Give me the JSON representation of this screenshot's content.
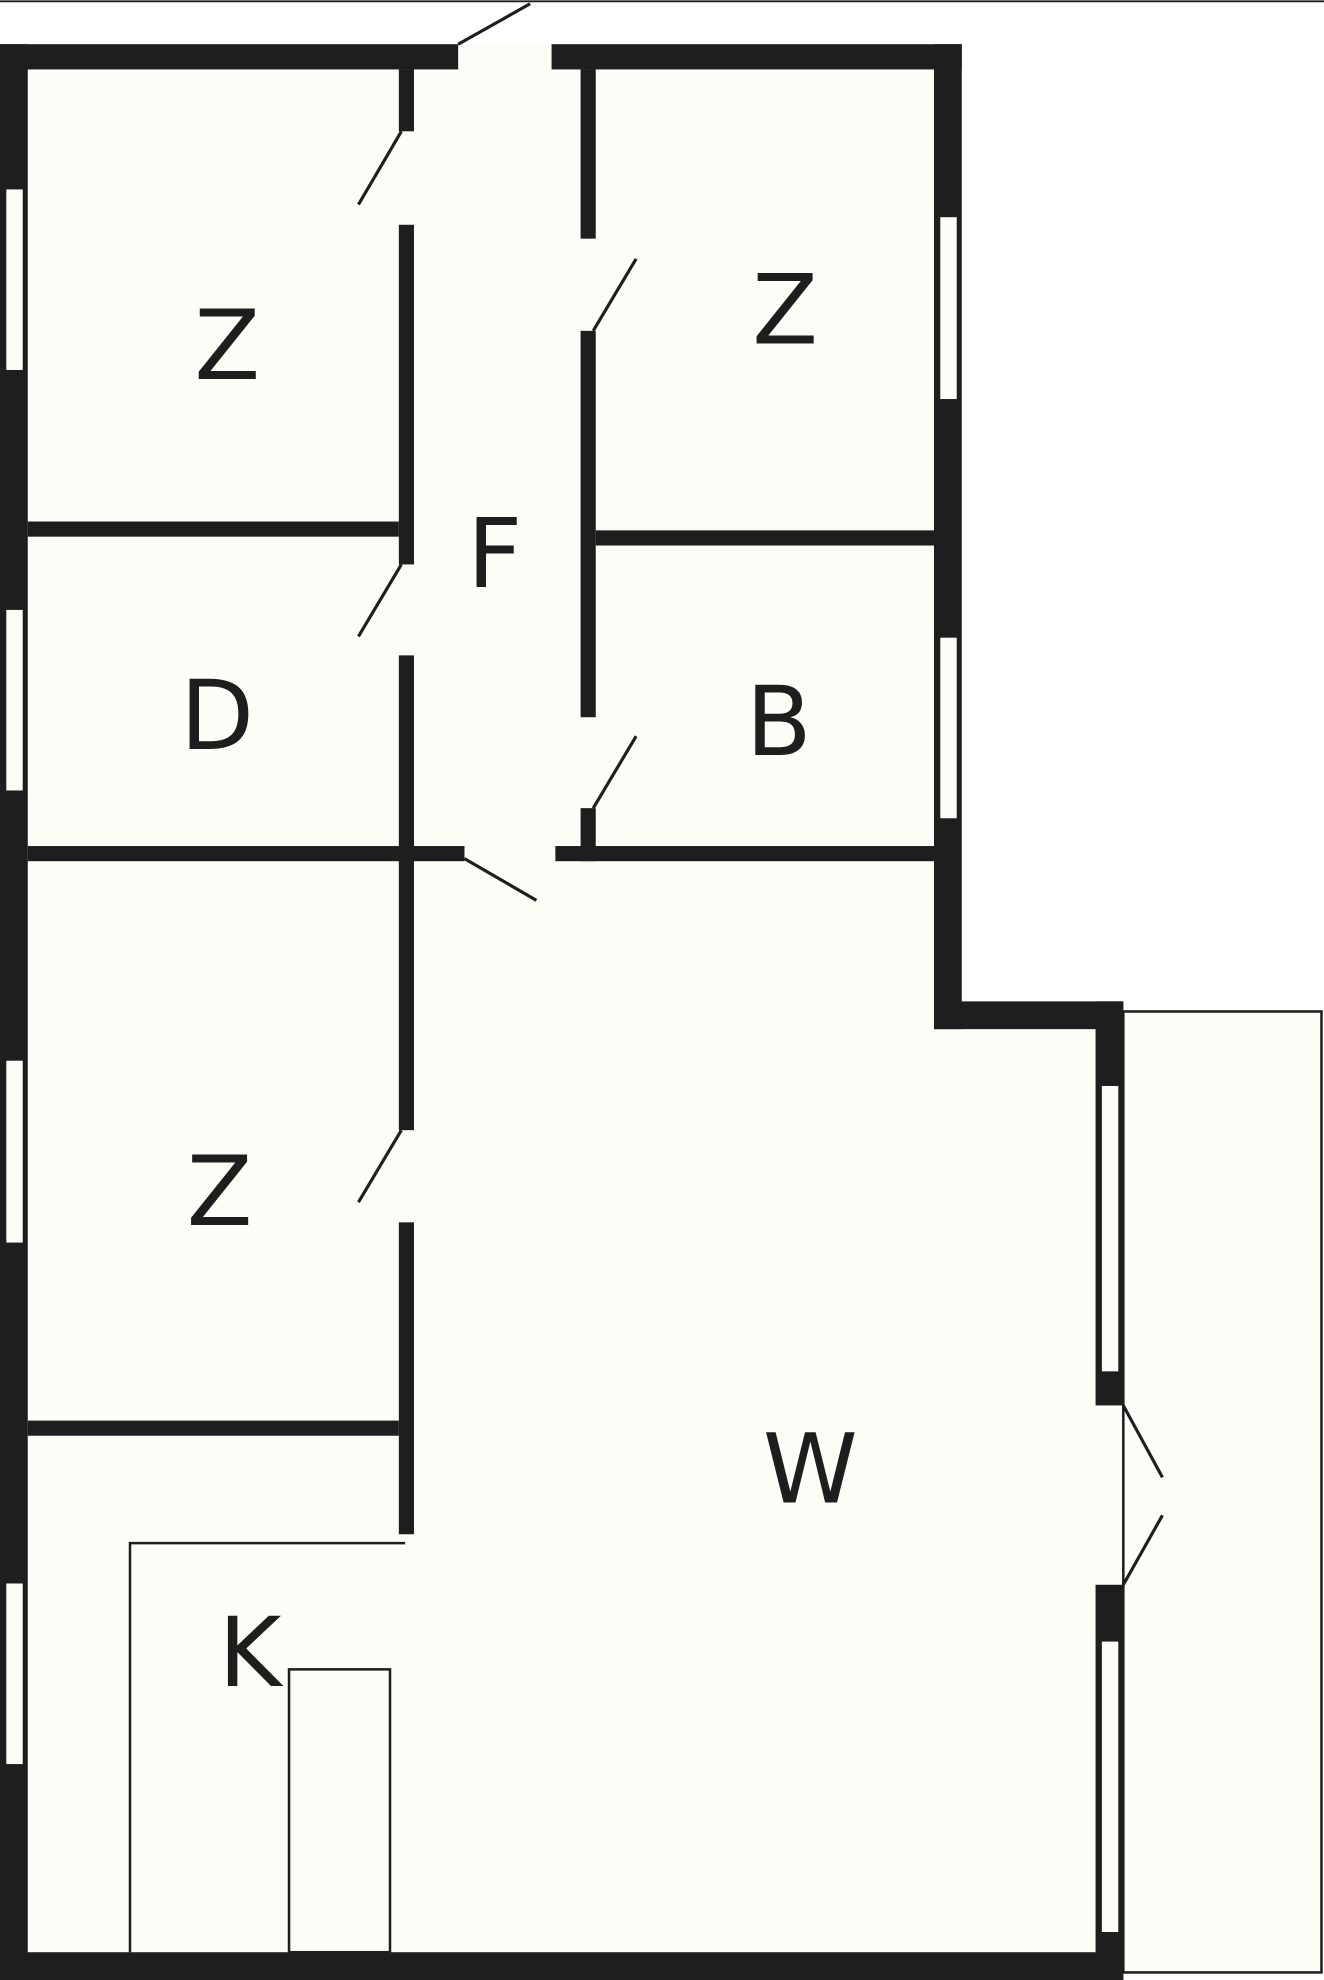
{
  "colors": {
    "wall": "#1e1e1e",
    "floor": "#fdfdf8",
    "background": "#ffffff"
  },
  "rooms": [
    {
      "id": "room-z-top-left",
      "label": "Z"
    },
    {
      "id": "room-z-top-right",
      "label": "Z"
    },
    {
      "id": "room-f-hall",
      "label": "F"
    },
    {
      "id": "room-d",
      "label": "D"
    },
    {
      "id": "room-b",
      "label": "B"
    },
    {
      "id": "room-z-bottom-left",
      "label": "Z"
    },
    {
      "id": "room-w",
      "label": "W"
    },
    {
      "id": "room-k",
      "label": "K"
    }
  ]
}
